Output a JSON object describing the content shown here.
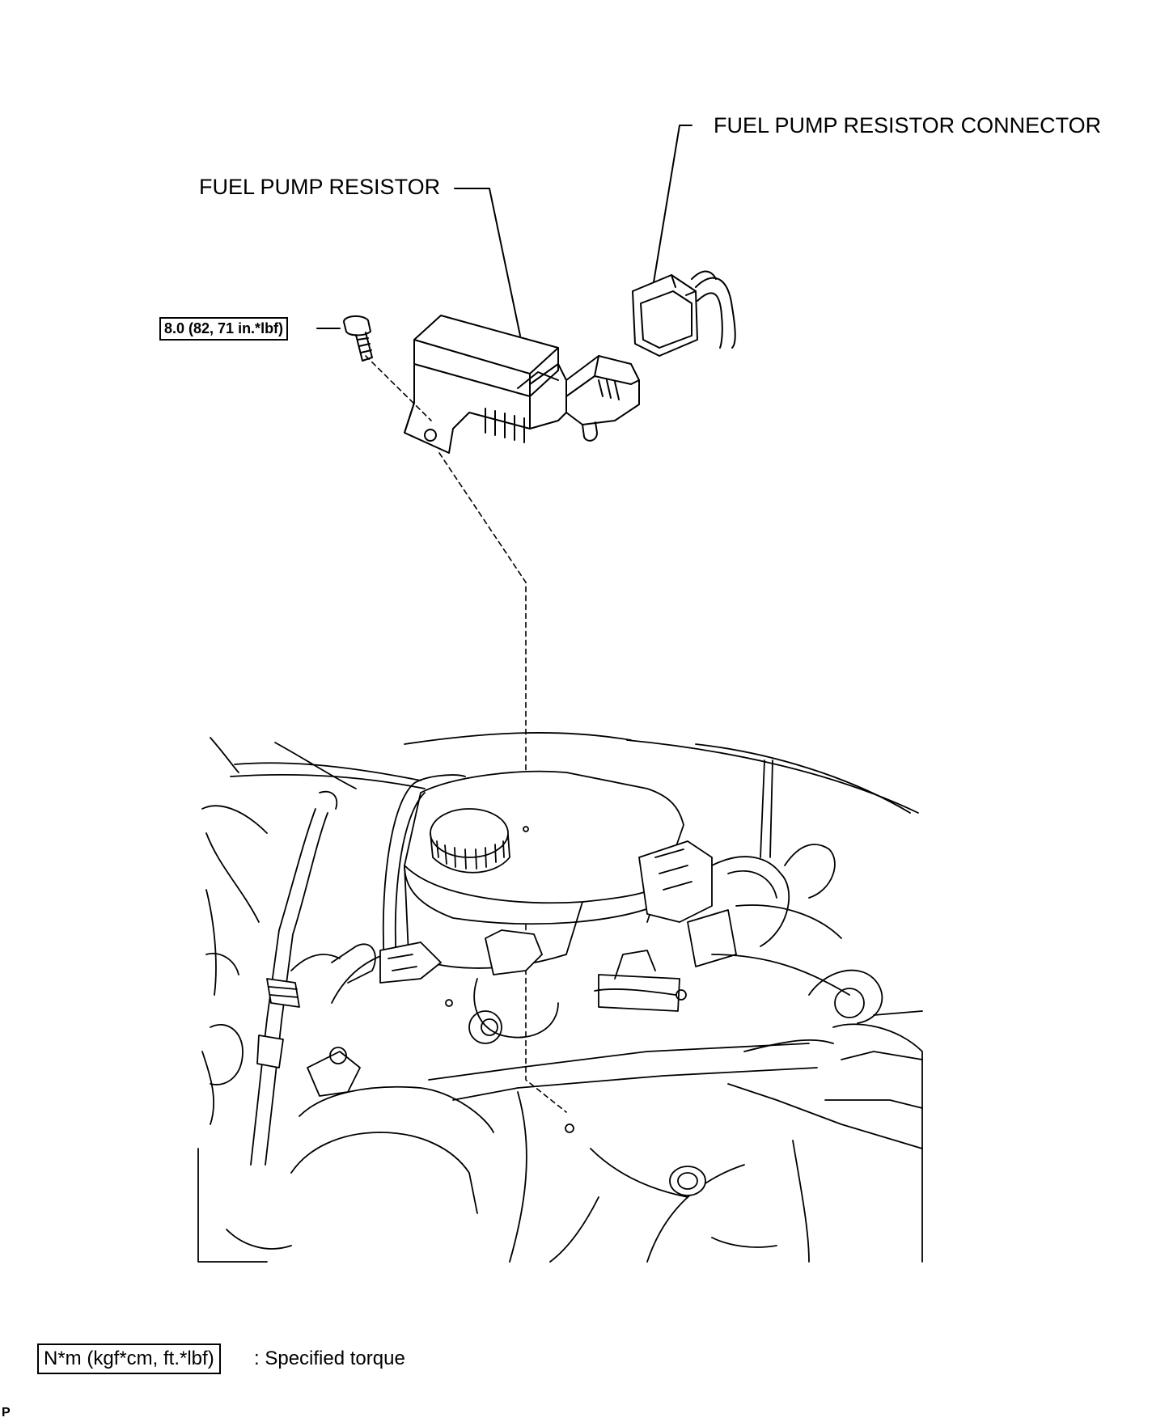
{
  "labels": {
    "fuel_pump_resistor": "FUEL PUMP RESISTOR",
    "fuel_pump_resistor_connector": "FUEL PUMP RESISTOR CONNECTOR"
  },
  "torque": {
    "bolt_value": "8.0 (82, 71 in.*lbf)"
  },
  "legend": {
    "unit_box": "N*m (kgf*cm, ft.*lbf)",
    "description": ": Specified torque"
  },
  "corner_mark": "P"
}
